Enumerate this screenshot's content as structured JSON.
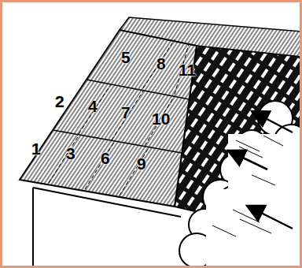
{
  "diagram": {
    "labels": [
      "5",
      "8",
      "11",
      "2",
      "4",
      "7",
      "10",
      "1",
      "3",
      "6",
      "9"
    ]
  }
}
